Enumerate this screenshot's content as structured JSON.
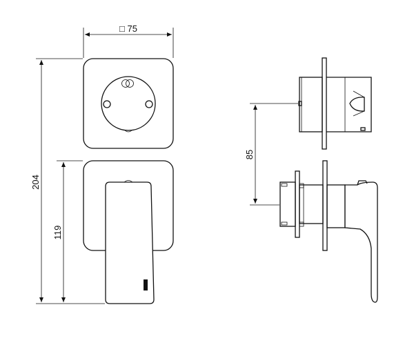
{
  "dimensions": {
    "width": "□ 75",
    "height_total": "204",
    "height_lower": "119",
    "offset": "85"
  },
  "colors": {
    "line": "#111111",
    "background": "#ffffff"
  }
}
